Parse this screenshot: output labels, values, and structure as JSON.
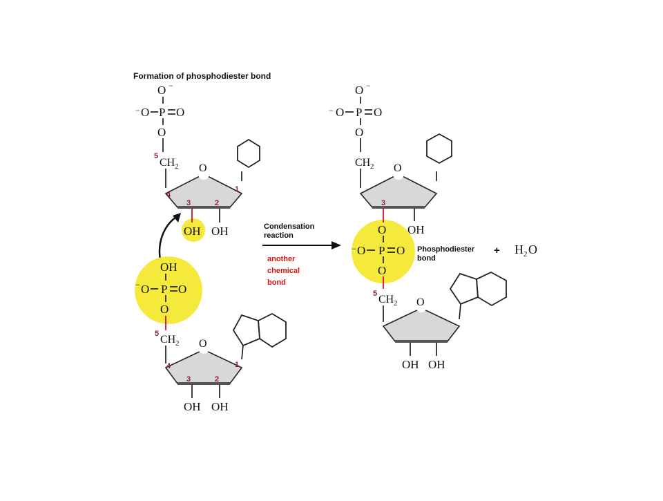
{
  "title": "Formation of phosphodiester bond",
  "atoms": {
    "o_minus": "O",
    "minus_sign": "−",
    "p": "P",
    "o": "O",
    "oh": "OH",
    "ch2": "CH",
    "ch2_sub": "2",
    "h2o_h": "H",
    "h2o_sub": "2",
    "h2o_o": "O"
  },
  "carbon_numbers": [
    "5",
    "4",
    "3",
    "2",
    "1"
  ],
  "reaction": {
    "label_line1": "Condensation",
    "label_line2": "reaction",
    "note_line1": "another",
    "note_line2": "chemical",
    "note_line3": "bond"
  },
  "product": {
    "bond_label_line1": "Phosphodiester",
    "bond_label_line2": "bond",
    "plus": "+"
  },
  "colors": {
    "highlight": "#f5ea3c",
    "sugar_fill": "#d8d8d8",
    "bond_red": "#c8102e",
    "note_red": "#dd1111",
    "carbon_number": "#8b1a4a"
  }
}
